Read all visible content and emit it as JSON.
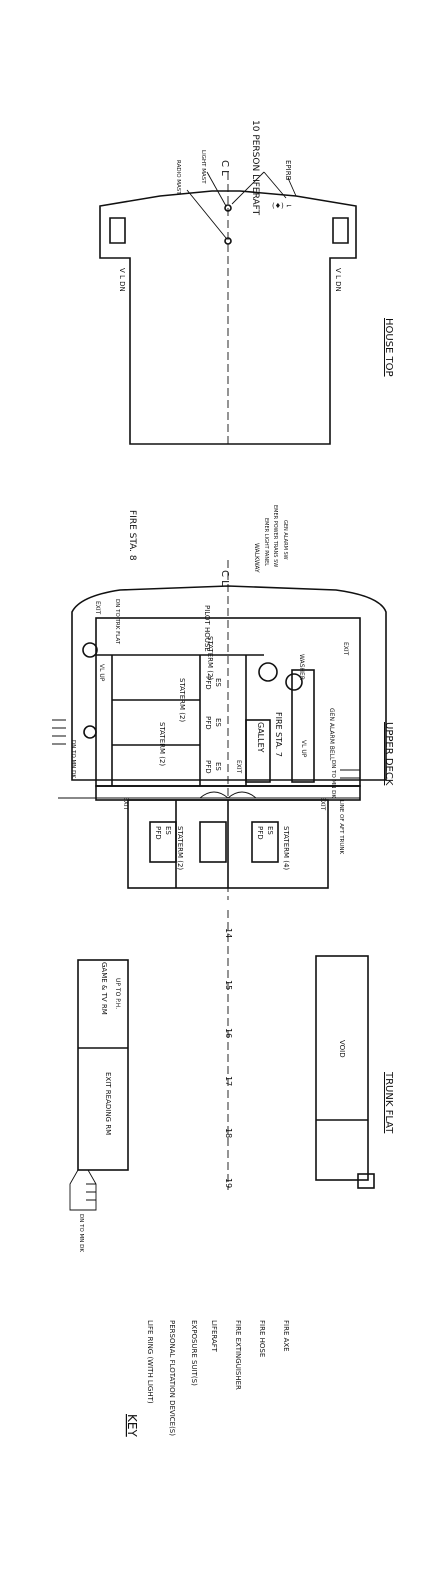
{
  "house_top": {
    "title": "HOUSE TOP",
    "radio_mast": "RADIO MAST",
    "light_mast": "LIGHT MAST",
    "centerline": "C L",
    "liferaft": "10 PERSON LIFERAFT",
    "epirb": "EPIRB",
    "vl_dn_port": "V L DN",
    "vl_dn_stbd": "V L DN"
  },
  "upper_deck": {
    "title": "UPPER DECK",
    "fire_sta_8": "FIRE STA. 8",
    "centerline": "C L",
    "walkway": "WALKWAY",
    "emer_light_panel": "EMER LIGHT PANEL",
    "emer_power_trans": "EMER POWER TRANS SW",
    "gen_alarm_sw": "GEN ALARM SW",
    "pilot_house": "PILOT HOUSE",
    "exit_labels": [
      "EXIT",
      "EXIT",
      "EXIT",
      "EXIT",
      "EXIT"
    ],
    "dn_to_trk_flat": "DN TO TRK FLAT",
    "vl_up_port": "VL UP",
    "vl_up_stbd": "VL UP",
    "dn_to_mn_dk_port": "DN TO MN DK",
    "dn_to_mn_dk_stbd": "DN TO MN DK",
    "stateroom_labels": [
      "STATERM (2)",
      "STATERM (2)",
      "STATERM (2)",
      "STATERM (2)",
      "STATERM (4)"
    ],
    "pfd_labels": [
      "PFD",
      "PFD",
      "PFD",
      "PFD",
      "PFD"
    ],
    "es_labels": [
      "ES",
      "ES",
      "ES",
      "ES",
      "ES"
    ],
    "galley": "GALLEY",
    "fire_sta_7": "FIRE STA. 7",
    "washer": "WASHER",
    "gen_alarm_bell": "GEN ALARM BELL",
    "line_of_aft_trunk": "LINE OF AFT TRUNK",
    "frames": [
      "14",
      "15",
      "16",
      "17",
      "18",
      "19"
    ]
  },
  "trunk_flat": {
    "title": "TRUNK FLAT",
    "void": "VOID",
    "reading_rm": "EXIT READING RM",
    "game_rm": "GAME & TV RM",
    "up_to_ph": "UP TO P.H.",
    "dn_to_mn_dk": "DN TO MN DK"
  },
  "key": {
    "title": "KEY",
    "items": [
      "LIFE RING (WITH LIGHT)",
      "PERSONAL FLOTATION DEVICE(S)",
      "EXPOSURE SUIT(S)",
      "LIFERAFT",
      "FIRE EXTINGUISHER",
      "FIRE HOSE",
      "FIRE AXE"
    ]
  }
}
